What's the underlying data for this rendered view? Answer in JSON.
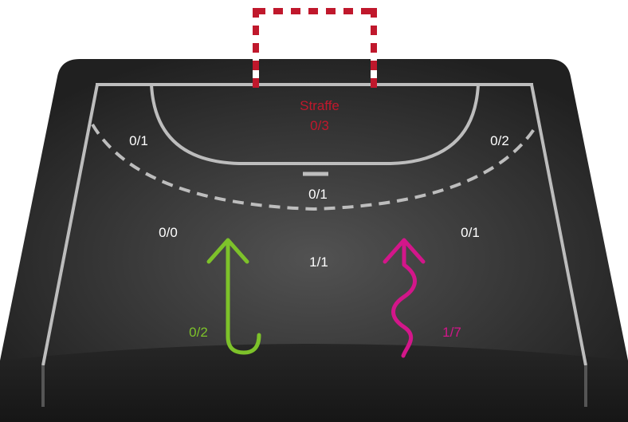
{
  "colors": {
    "court_center": "#505050",
    "court_edge": "#1f1f1f",
    "lines": "#bdbdbd",
    "text": "#ffffff",
    "goal_red": "#c0182c",
    "penalty_text": "#c0182c",
    "fast_break_green": "#7dc22a",
    "breakthrough_magenta": "#d3168a"
  },
  "goal": {
    "label": "Straffe",
    "value": "0/3"
  },
  "zones": {
    "left_wing": "0/1",
    "right_wing": "0/2",
    "six_m_center": "0/1",
    "left_back": "0/0",
    "center_back": "1/1",
    "right_back": "0/1"
  },
  "arrows": {
    "fast_break": {
      "label": "0/2",
      "icon": "u-turn-arrow-icon"
    },
    "breakthrough": {
      "label": "1/7",
      "icon": "wavy-arrow-icon"
    }
  }
}
